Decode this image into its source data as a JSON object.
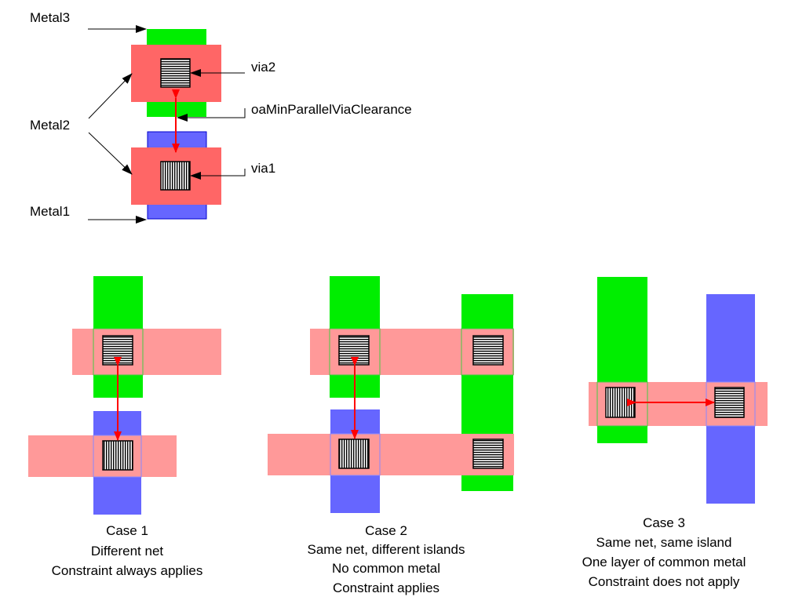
{
  "legend": {
    "metal3": "Metal3",
    "metal2": "Metal2",
    "metal1": "Metal1",
    "via2": "via2",
    "via1": "via1",
    "constraint": "oaMinParallelViaClearance"
  },
  "cases": [
    {
      "title": "Case 1",
      "lines": [
        "Different net",
        "Constraint always applies"
      ]
    },
    {
      "title": "Case 2",
      "lines": [
        "Same net, different islands",
        "No common metal",
        "Constraint applies"
      ]
    },
    {
      "title": "Case 3",
      "lines": [
        "Same net, same island",
        "One layer of common metal",
        "Constraint does not apply"
      ]
    }
  ],
  "colors": {
    "metal1": "#6666ff",
    "metal2": "#ff6666",
    "metal2_light": "#ff9999",
    "metal3": "#00ee00",
    "arrow": "#ff0000",
    "via_fill": "#ffffff",
    "via_lines": "#000000"
  }
}
